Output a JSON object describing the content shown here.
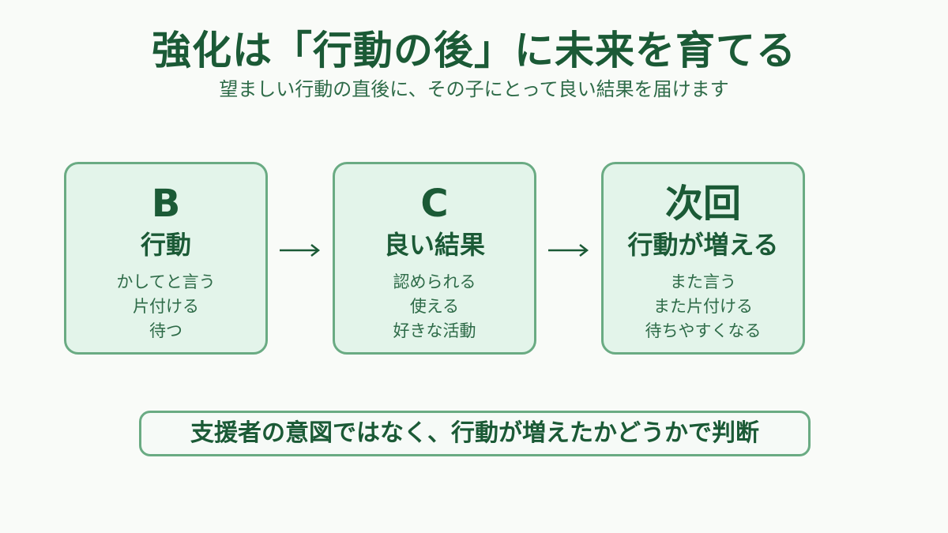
{
  "header": {
    "title": "強化は「行動の後」に未来を育てる",
    "subtitle": "望ましい行動の直後に、その子にとって良い結果を届けます"
  },
  "cards": [
    {
      "letter": "B",
      "name": "行動",
      "items": [
        "かしてと言う",
        "片付ける",
        "待つ"
      ]
    },
    {
      "letter": "C",
      "name": "良い結果",
      "items": [
        "認められる",
        "使える",
        "好きな活動"
      ]
    },
    {
      "letter": "次回",
      "name": "行動が増える",
      "items": [
        "また言う",
        "また片付ける",
        "待ちやすくなる"
      ]
    }
  ],
  "arrows": [
    "→",
    "→"
  ],
  "conclusion": "支援者の意図ではなく、行動が増えたかどうかで判断",
  "colors": {
    "background": "#f9fbf8",
    "card_fill": "#e3f4ea",
    "border": "#6aab83",
    "text_dark_green": "#1b5a36"
  }
}
